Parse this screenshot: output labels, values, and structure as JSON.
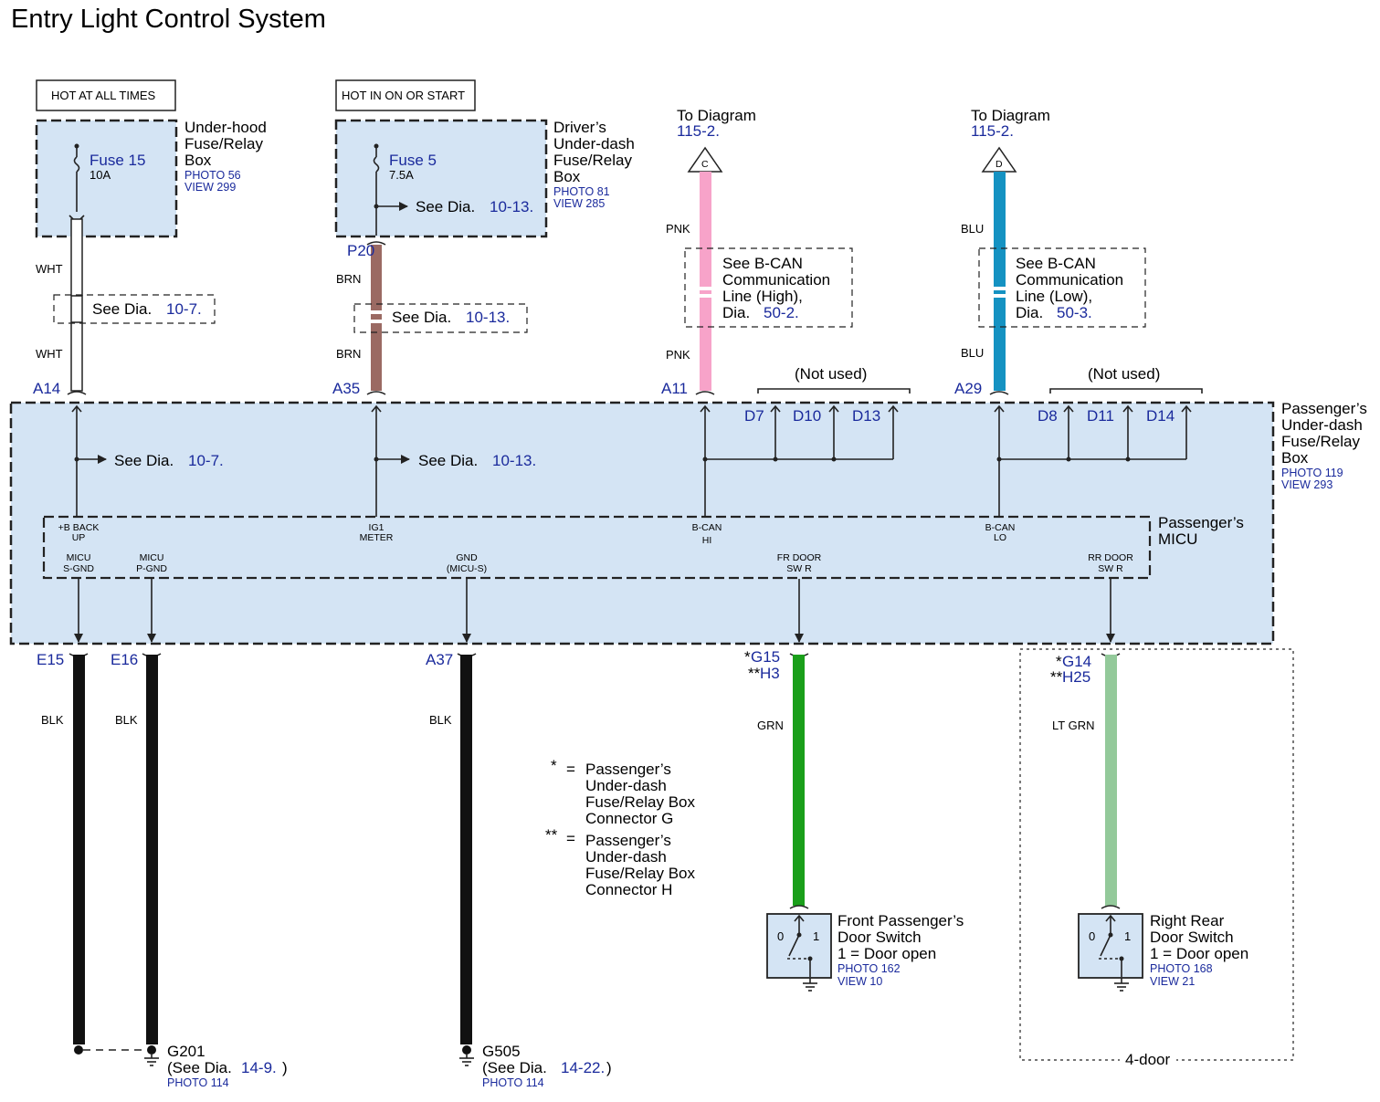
{
  "title": "Entry Light Control System",
  "hot_labels": [
    "HOT AT ALL TIMES",
    "HOT IN ON OR START"
  ],
  "underhood_box": {
    "name": [
      "Under-hood",
      "Fuse/Relay",
      "Box"
    ],
    "photo": "PHOTO 56",
    "view": "VIEW 299",
    "fuse_name": "Fuse 15",
    "fuse_rating": "10A"
  },
  "driver_box": {
    "name": [
      "Driver’s",
      "Under-dash",
      "Fuse/Relay",
      "Box"
    ],
    "photo": "PHOTO 81",
    "view": "VIEW 285",
    "fuse_name": "Fuse 5",
    "fuse_rating": "7.5A",
    "see_text": "See  Dia.",
    "see_ref": "10-13."
  },
  "to_diagram": [
    {
      "label": "To Diagram",
      "ref": "115-2.",
      "symbol": "C"
    },
    {
      "label": "To Diagram",
      "ref": "115-2.",
      "symbol": "D"
    }
  ],
  "wire_colors": {
    "wht": "WHT",
    "brn": "BRN",
    "pnk": "PNK",
    "blu": "BLU",
    "blk": "BLK",
    "grn": "GRN",
    "ltgrn": "LT GRN"
  },
  "colors": {
    "pnk": "#f7a3c9",
    "blu": "#1592c2",
    "brn": "#9b6a63",
    "grn": "#1a9f1a",
    "ltgrn": "#93c99a",
    "blk": "#111111",
    "box_fill": "#d4e4f4",
    "ref_blue": "#1a2a9c"
  },
  "see_refs": {
    "a14_see_text": "See Dia.",
    "a14_see_ref": "10-7.",
    "p20_see_text": "See Dia.",
    "p20_see_ref": "10-13.",
    "bcan_high": [
      "See B-CAN",
      "Communication",
      "Line (High),"
    ],
    "bcan_high_dia": "Dia.",
    "bcan_high_ref": "50-2.",
    "bcan_low": [
      "See B-CAN",
      "Communication",
      "Line (Low),"
    ],
    "bcan_low_dia": "Dia.",
    "bcan_low_ref": "50-3.",
    "inner_a14_text": "See  Dia.",
    "inner_a14_ref": "10-7.",
    "inner_a35_text": "See  Dia.",
    "inner_a35_ref": "10-13."
  },
  "not_used": "(Not used)",
  "connectors": {
    "a14": "A14",
    "a35": "A35",
    "p20": "P20",
    "a11": "A11",
    "a29": "A29",
    "d7": "D7",
    "d10": "D10",
    "d13": "D13",
    "d8": "D8",
    "d11": "D11",
    "d14": "D14",
    "e15": "E15",
    "e16": "E16",
    "a37": "A37",
    "g15_prefix": "*",
    "g15": "G15",
    "h3_prefix": "**",
    "h3": "H3",
    "g14_prefix": "*",
    "g14": "G14",
    "h25_prefix": "**",
    "h25": "H25"
  },
  "passenger_box": {
    "name": [
      "Passenger’s",
      "Under-dash",
      "Fuse/Relay",
      "Box"
    ],
    "photo": "PHOTO 119",
    "view": "VIEW 293"
  },
  "micu": {
    "name": [
      "Passenger’s",
      "MICU"
    ],
    "pins_top": [
      [
        "+B BACK",
        "UP"
      ],
      [
        "IG1",
        "METER"
      ],
      [
        "B-CAN",
        "HI"
      ],
      [
        "B-CAN",
        "LO"
      ]
    ],
    "pins_bottom": [
      [
        "MICU",
        "S-GND"
      ],
      [
        "MICU",
        "P-GND"
      ],
      [
        "GND",
        "(MICU-S)"
      ],
      [
        "FR DOOR",
        "SW R"
      ],
      [
        "RR DOOR",
        "SW R"
      ]
    ]
  },
  "footnotes": [
    {
      "mark": "*",
      "eq": "=",
      "lines": [
        "Passenger’s",
        "Under-dash",
        "Fuse/Relay Box",
        "Connector G"
      ]
    },
    {
      "mark": "**",
      "eq": "=",
      "lines": [
        "Passenger’s",
        "Under-dash",
        "Fuse/Relay Box",
        "Connector H"
      ]
    }
  ],
  "front_switch": {
    "name": [
      "Front Passenger’s",
      "Door Switch",
      "1 = Door open"
    ],
    "photo": "PHOTO 162",
    "view": "VIEW 10",
    "pos0": "0",
    "pos1": "1"
  },
  "rear_switch": {
    "name": [
      "Right Rear",
      "Door Switch",
      "1 = Door open"
    ],
    "photo": "PHOTO 168",
    "view": "VIEW 21",
    "pos0": "0",
    "pos1": "1"
  },
  "four_door": "4-door",
  "grounds": [
    {
      "name": "G201",
      "see_text": "(See Dia.",
      "see_ref": "14-9.",
      "close": ")",
      "photo": "PHOTO 114"
    },
    {
      "name": "G505",
      "see_text": "(See Dia.",
      "see_ref": "14-22.",
      "close": ")",
      "photo": "PHOTO 114"
    }
  ]
}
